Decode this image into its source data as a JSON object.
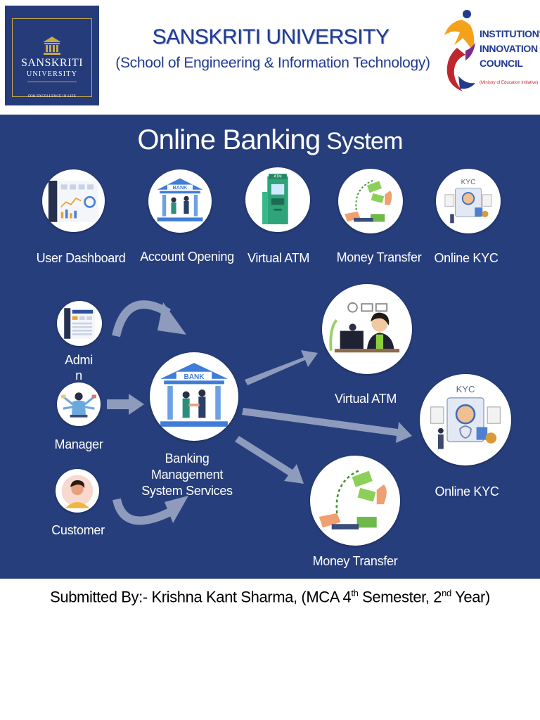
{
  "header": {
    "left_logo": {
      "name_line1": "SANSKRITI",
      "name_line2": "UNIVERSITY",
      "tagline": "FOR EXCELLENCE IN LIFE"
    },
    "title": "SANSKRITI UNIVERSITY",
    "subtitle": "(School of Engineering & Information Technology)",
    "right_logo": {
      "line1": "INSTITUTION'S",
      "line2": "INNOVATION",
      "line3": "COUNCIL",
      "small": "(Ministry of Education Initiative)"
    }
  },
  "banner": {
    "title_part1": "Online Banking",
    "title_part2": " System",
    "features": [
      {
        "label": "User Dashboard",
        "icon": "dashboard-icon"
      },
      {
        "label": "Account Opening",
        "icon": "bank-icon"
      },
      {
        "label": "Virtual ATM",
        "icon": "atm-icon"
      },
      {
        "label": "Money Transfer",
        "icon": "money-transfer-icon"
      },
      {
        "label": "Online KYC",
        "icon": "kyc-icon"
      }
    ],
    "flow": {
      "actors": [
        {
          "label_line1": "Admi",
          "label_line2": "n",
          "icon": "admin-dashboard-icon"
        },
        {
          "label": "Manager",
          "icon": "manager-icon"
        },
        {
          "label": "Customer",
          "icon": "customer-avatar-icon"
        }
      ],
      "center": {
        "line1": "Banking",
        "line2": "Management",
        "line3": "System Services",
        "bank_sign": "BANK",
        "icon": "bank-icon"
      },
      "outputs": [
        {
          "label": "Virtual ATM",
          "icon": "support-agent-icon"
        },
        {
          "label": "Online KYC",
          "icon": "kyc-icon",
          "sign": "KYC"
        },
        {
          "label": "Money Transfer",
          "icon": "money-transfer-icon"
        }
      ]
    }
  },
  "footer": {
    "prefix": "Submitted By:- Krishna Kant Sharma, (MCA 4",
    "sup1": "th",
    "middle": " Semester, 2",
    "sup2": "nd",
    "suffix": " Year)"
  },
  "colors": {
    "banner_bg": "#273e7c",
    "title_blue": "#1f3a94",
    "logo_bg": "#253b7a",
    "gold": "#c9a84a"
  }
}
